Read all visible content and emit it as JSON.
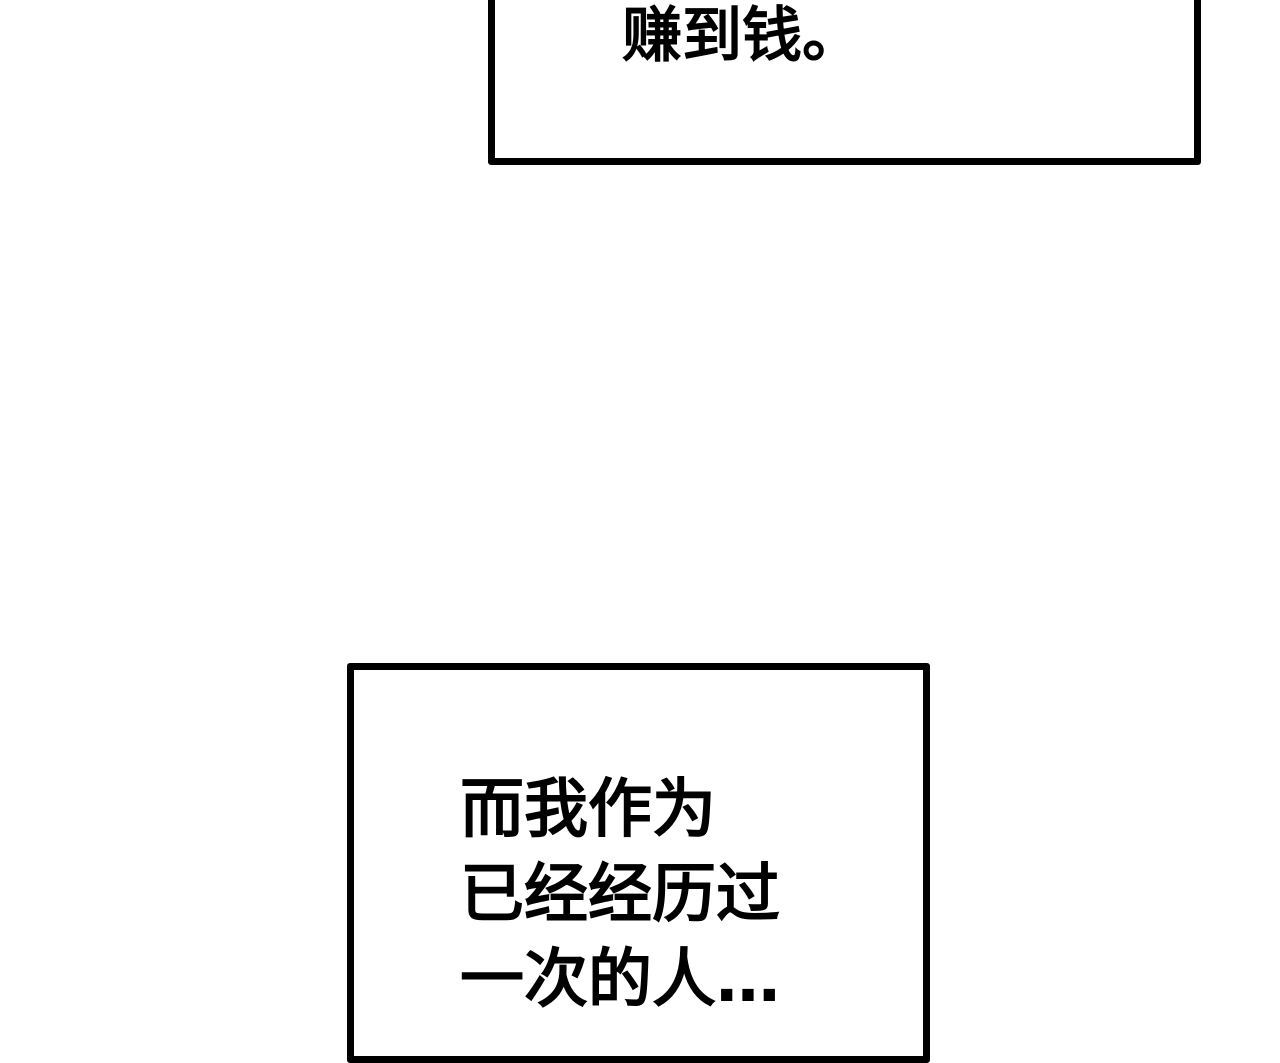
{
  "panels": [
    {
      "lines": [
        "赚到钱。"
      ]
    },
    {
      "lines": [
        "而我作为",
        "已经经历过",
        "一次的人…"
      ]
    }
  ],
  "colors": {
    "background": "#ffffff",
    "ink": "#000000"
  }
}
